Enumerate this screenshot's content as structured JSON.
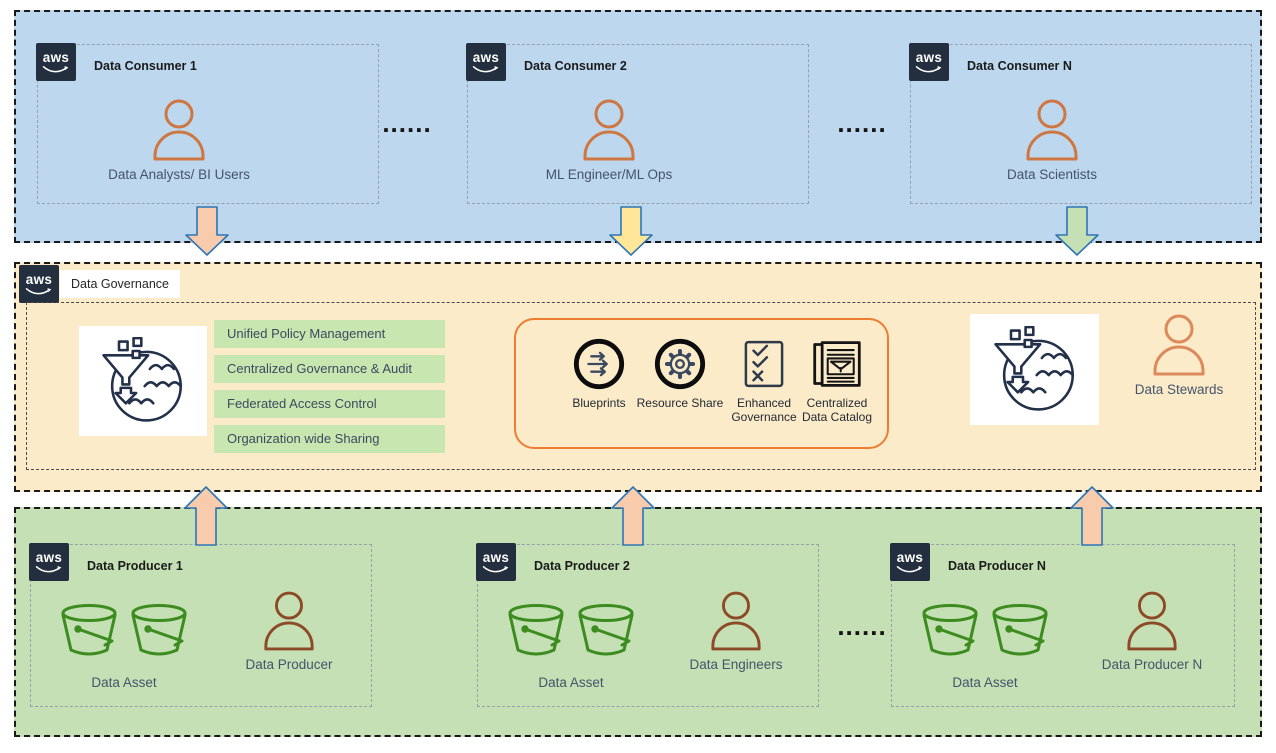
{
  "aws_logo": {
    "text": "aws"
  },
  "consumers": {
    "boxes": [
      {
        "title": "Data Consumer 1",
        "person": "Data Analysts/ BI Users"
      },
      {
        "title": "Data Consumer 2",
        "person": "ML Engineer/ML Ops"
      },
      {
        "title": "Data Consumer N",
        "person": "Data Scientists"
      }
    ],
    "dots": "......"
  },
  "governance": {
    "title": "Data Governance",
    "features": [
      "Unified Policy Management",
      "Centralized  Governance & Audit",
      "Federated Access Control",
      "Organization wide Sharing"
    ],
    "capabilities": [
      {
        "label": "Blueprints",
        "icon": "blueprints-icon"
      },
      {
        "label": "Resource Share",
        "icon": "resource-share-gear-icon"
      },
      {
        "label": "Enhanced Governance",
        "icon": "checklist-icon"
      },
      {
        "label": "Centralized Data Catalog",
        "icon": "data-catalog-book-icon"
      }
    ],
    "steward": "Data Stewards"
  },
  "producers": {
    "boxes": [
      {
        "title": "Data Producer 1",
        "asset": "Data Asset",
        "person": "Data Producer"
      },
      {
        "title": "Data Producer 2",
        "asset": "Data Asset",
        "person": "Data Engineers"
      },
      {
        "title": "Data Producer N",
        "asset": "Data Asset",
        "person": "Data Producer N"
      }
    ],
    "dots": "......"
  },
  "colors": {
    "consumer_zone_bg": "#BDD7EE",
    "governance_zone_bg": "#FBEBC9",
    "producer_zone_bg": "#C5E0B4",
    "feature_bar_bg": "#C8E6AF",
    "arrow_orange": "#F8CBAD",
    "arrow_yellow": "#FFE699",
    "arrow_green": "#C5E0B4",
    "arrow_outline": "#2E75B6",
    "capability_border": "#ED7D31",
    "aws_navy": "#232F3E",
    "label_text": "#44546A",
    "bucket_green": "#3C8C1F",
    "consumer_person": "#CE7742",
    "producer_person": "#8C4A26"
  }
}
